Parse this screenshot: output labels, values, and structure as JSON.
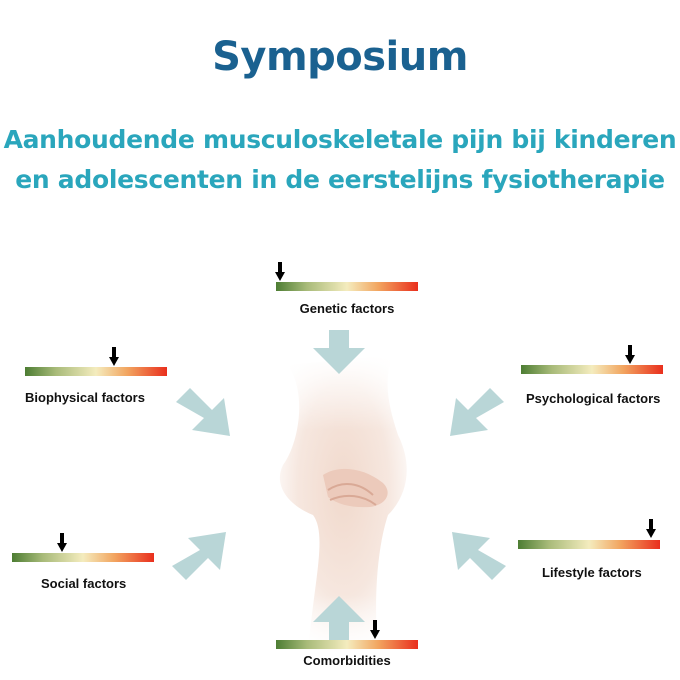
{
  "header": {
    "title": "Symposium",
    "subtitle_line1": "Aanhoudende musculoskeletale pijn bij kinderen",
    "subtitle_line2": "en adolescenten in de eerstelijns fysiotherapie"
  },
  "scale": {
    "gradient_colors": [
      "#4d7d33",
      "#f4ecbe",
      "#e92f1d"
    ]
  },
  "factors": [
    {
      "id": "genetic",
      "label": "Genetic factors",
      "level": 0.03
    },
    {
      "id": "biophysical",
      "label": "Biophysical factors",
      "level": 0.63
    },
    {
      "id": "psychological",
      "label": "Psychological factors",
      "level": 0.77
    },
    {
      "id": "social",
      "label": "Social factors",
      "level": 0.35
    },
    {
      "id": "lifestyle",
      "label": "Lifestyle factors",
      "level": 0.94
    },
    {
      "id": "comorbidities",
      "label": "Comorbidities",
      "level": 0.7
    }
  ],
  "colors": {
    "title": "#1a6190",
    "subtitle": "#2aa6bc",
    "arrow": "#b9d6d7"
  }
}
